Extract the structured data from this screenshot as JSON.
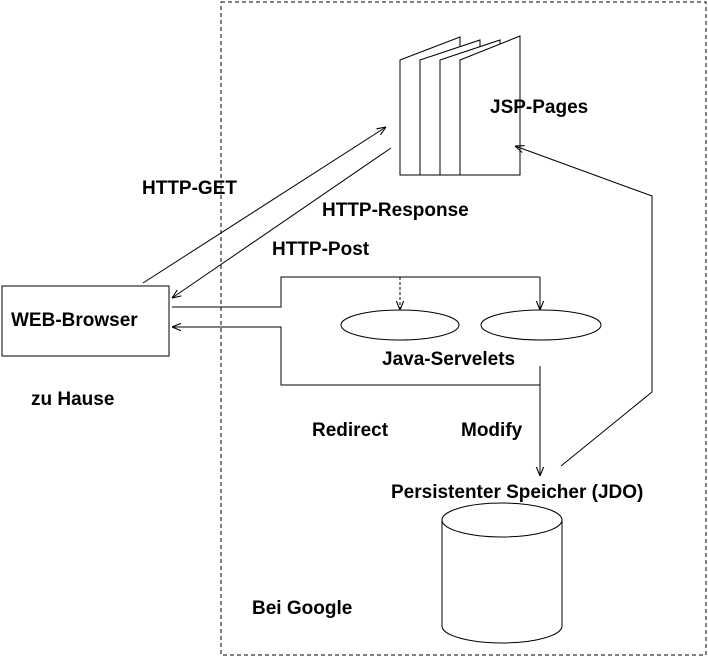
{
  "labels": {
    "http_get": "HTTP-GET",
    "http_response": "HTTP-Response",
    "http_post": "HTTP-Post",
    "jsp_pages": "JSP-Pages",
    "web_browser": "WEB-Browser",
    "zu_hause": "zu Hause",
    "java_servelets": "Java-Servelets",
    "redirect": "Redirect",
    "modify": "Modify",
    "persistent_storage": "Persistenter Speicher (JDO)",
    "bei_google": "Bei Google"
  },
  "colors": {
    "stroke": "#000000",
    "background": "#ffffff"
  }
}
